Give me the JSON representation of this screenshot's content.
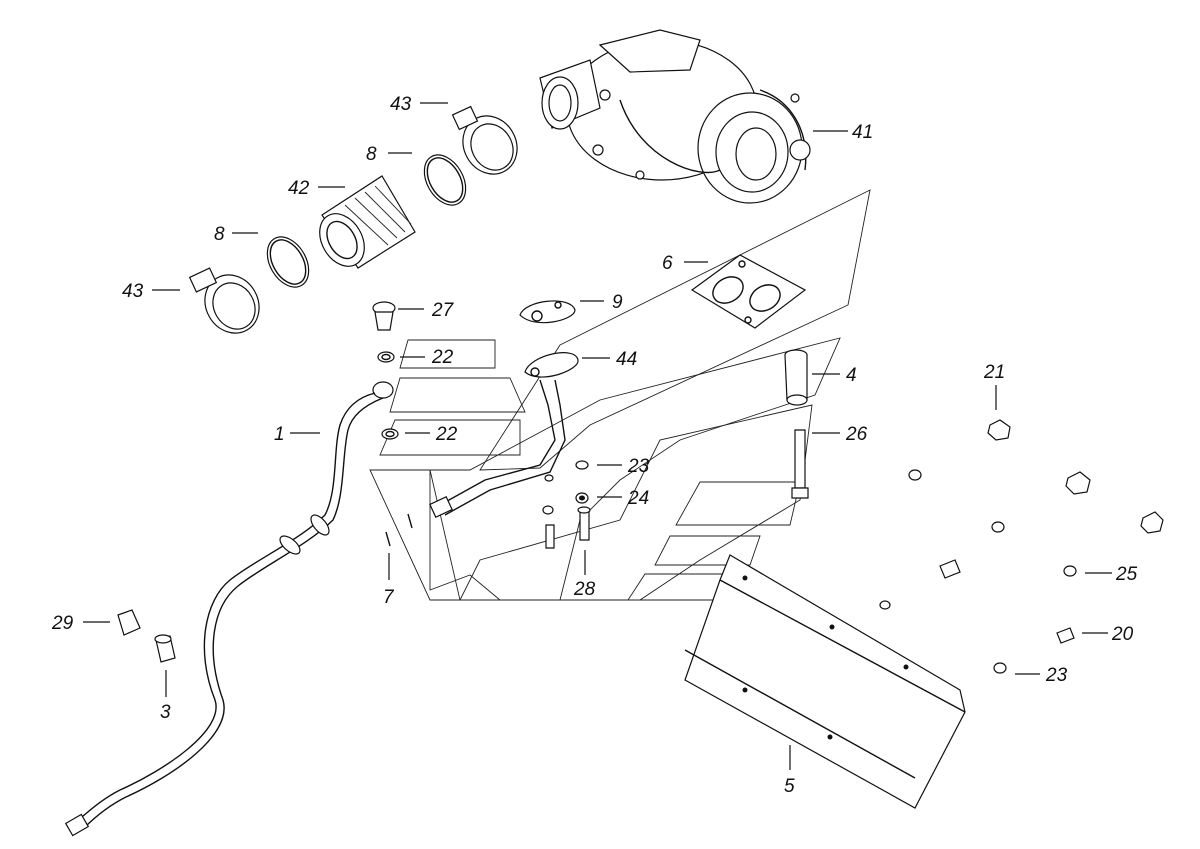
{
  "labels": {
    "l43a": "43",
    "l41": "41",
    "l8a": "8",
    "l42": "42",
    "l8b": "8",
    "l43b": "43",
    "l6": "6",
    "l27": "27",
    "l9": "9",
    "l22a": "22",
    "l44": "44",
    "l4": "4",
    "l21": "21",
    "l1": "1",
    "l22b": "22",
    "l26": "26",
    "l23a": "23",
    "l24": "24",
    "l7": "7",
    "l28": "28",
    "l25": "25",
    "l29": "29",
    "l20": "20",
    "l3": "3",
    "l23b": "23",
    "l5": "5"
  }
}
